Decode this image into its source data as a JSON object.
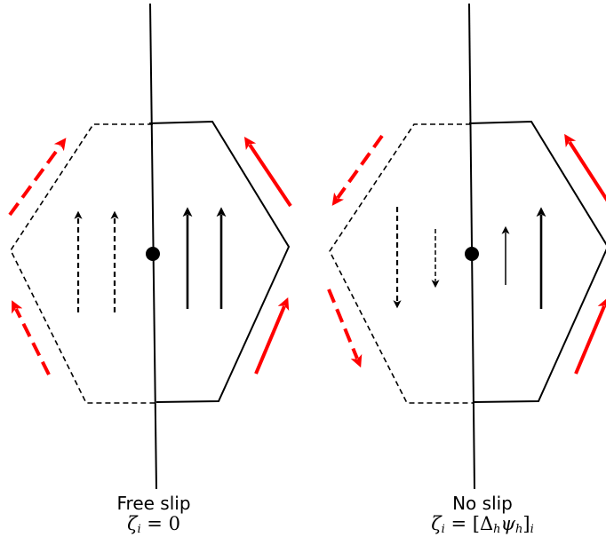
{
  "panels": [
    {
      "title": "Free slip",
      "formula_html": "<i>ζ</i><sub>i</sub> = 0"
    },
    {
      "title": "No slip",
      "formula_html": "<i>ζ</i><sub>i</sub> = [Δ<sub>h</sub><i>ψ</i><sub>h</sub>]<sub>i</sub>"
    }
  ],
  "colors": {
    "line": "#000000",
    "tangential_arrow": "#ff0000"
  }
}
